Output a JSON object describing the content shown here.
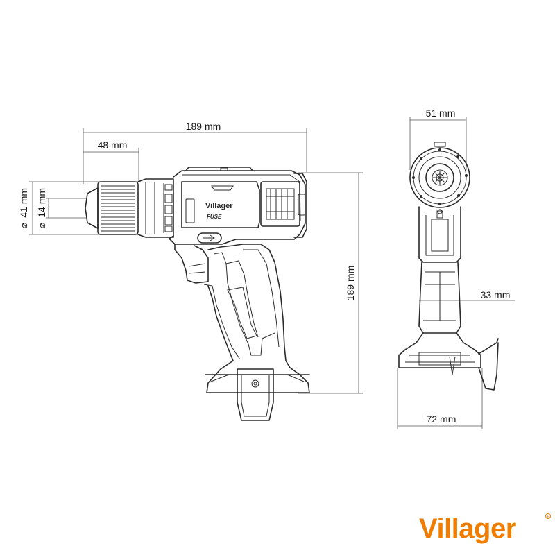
{
  "dimensions": {
    "overall_length": "189 mm",
    "chuck_length": "48 mm",
    "diameter_outer": "41 mm",
    "diameter_inner": "14 mm",
    "overall_height": "189 mm",
    "front_width_top": "51 mm",
    "handle_width": "33 mm",
    "base_width": "72 mm"
  },
  "diameter_symbol": "⌀",
  "product": {
    "brand_on_tool": "Villager",
    "series_on_tool": "FUSE"
  },
  "logo": {
    "text": "Villager",
    "color": "#f07d00"
  }
}
